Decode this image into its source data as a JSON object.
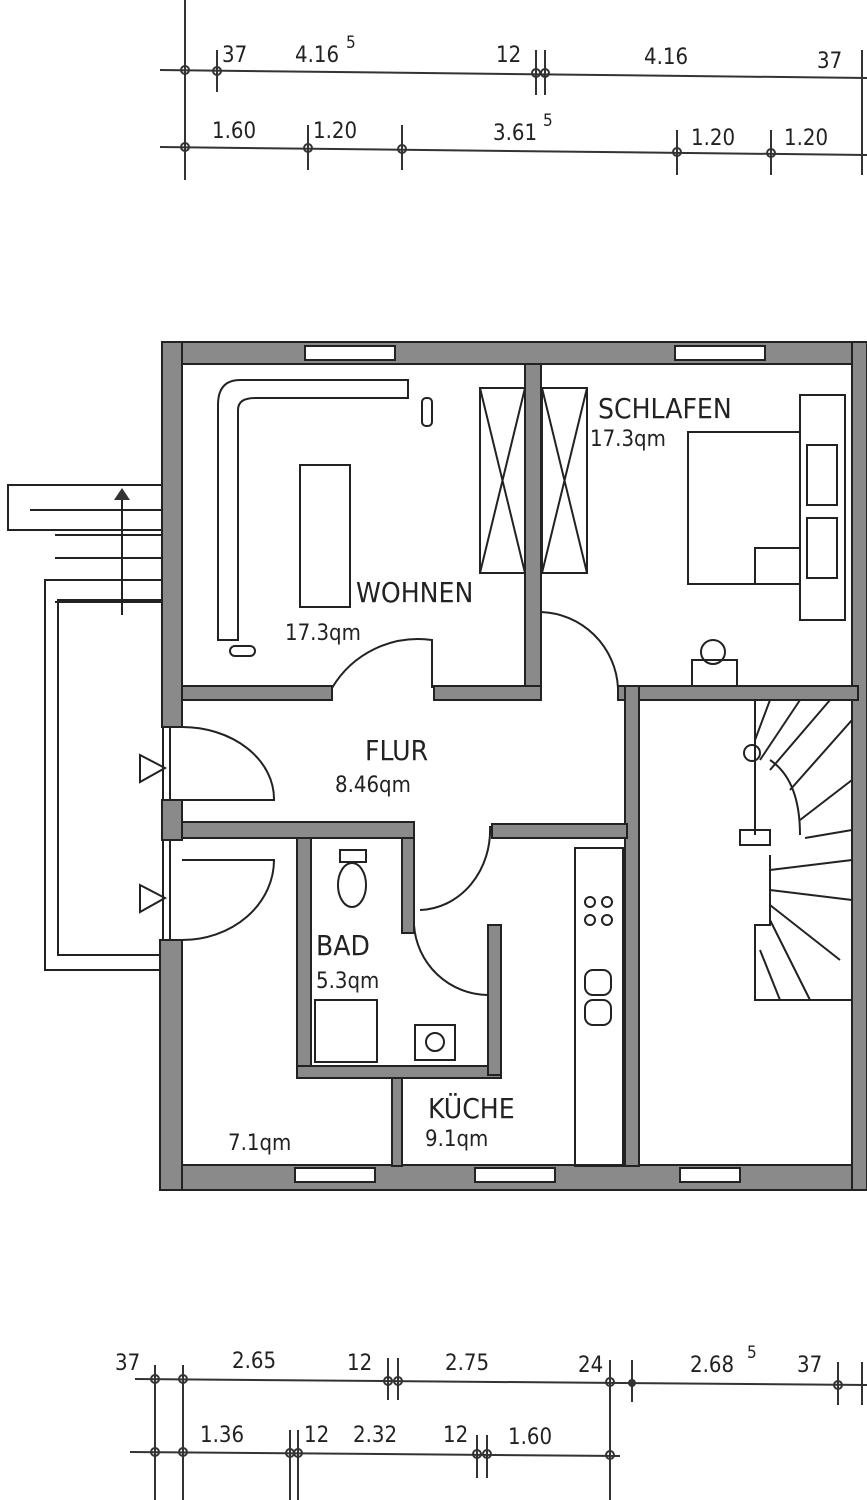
{
  "dimensions_top": {
    "row1": [
      "37",
      "4.16",
      "5",
      "12",
      "4.16",
      "37"
    ],
    "row2": [
      "1.60",
      "1.20",
      "3.61",
      "5",
      "1.20",
      "1.20"
    ]
  },
  "dimensions_bottom": {
    "row1": [
      "37",
      "2.65",
      "12",
      "2.75",
      "24",
      "2.68",
      "5",
      "37"
    ],
    "row2": [
      "1.36",
      "12",
      "2.32",
      "12",
      "1.60"
    ]
  },
  "rooms": [
    {
      "name": "WOHNEN",
      "area": "17.3qm"
    },
    {
      "name": "SCHLAFEN",
      "area": "17.3qm"
    },
    {
      "name": "FLUR",
      "area": "8.46qm"
    },
    {
      "name": "BAD",
      "area": "5.3qm"
    },
    {
      "name": "KÜCHE",
      "area": "9.1qm"
    },
    {
      "name": "",
      "area": "7.1qm"
    }
  ]
}
